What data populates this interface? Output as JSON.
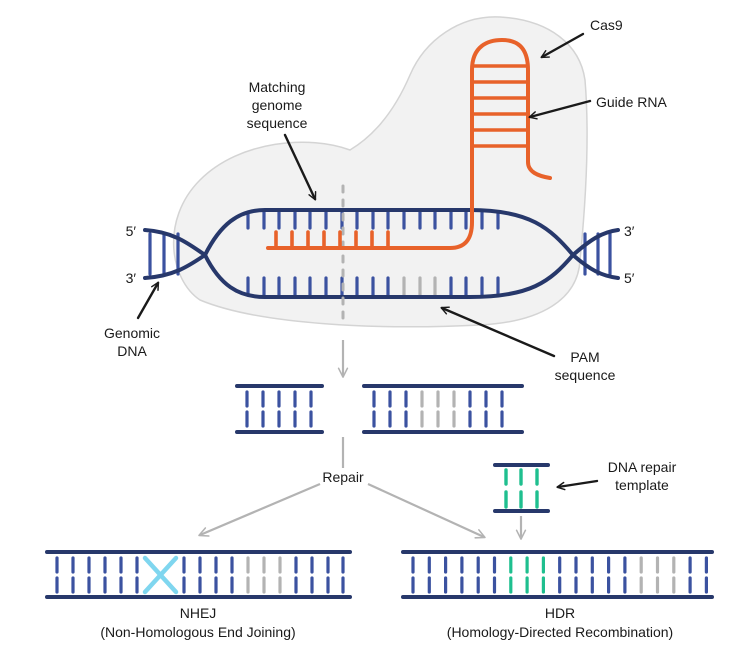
{
  "labels": {
    "cas9": "Cas9",
    "guide_rna": "Guide RNA",
    "matching": [
      "Matching",
      "genome",
      "sequence"
    ],
    "five_prime_left": "5′",
    "three_prime_left": "3′",
    "three_prime_right": "3′",
    "five_prime_right": "5′",
    "genomic_dna": [
      "Genomic",
      "DNA"
    ],
    "pam": [
      "PAM",
      "sequence"
    ],
    "repair": "Repair",
    "dna_repair_template": [
      "DNA repair",
      "template"
    ],
    "nhej": [
      "NHEJ",
      "(Non-Homologous End Joining)"
    ],
    "hdr": [
      "HDR",
      "(Homology-Directed Recombination)"
    ]
  },
  "colors": {
    "dna": "#27386b",
    "rung": "#3b52a0",
    "rna": "#e8622a",
    "pam": "#b3b3b3",
    "template": "#1fbf8f",
    "mismatch": "#7fd6ef",
    "blob": "#f2f2f2",
    "blob_stroke": "#d4d4d4",
    "arrow_gray": "#b3b3b3",
    "text": "#1a1a1a"
  }
}
